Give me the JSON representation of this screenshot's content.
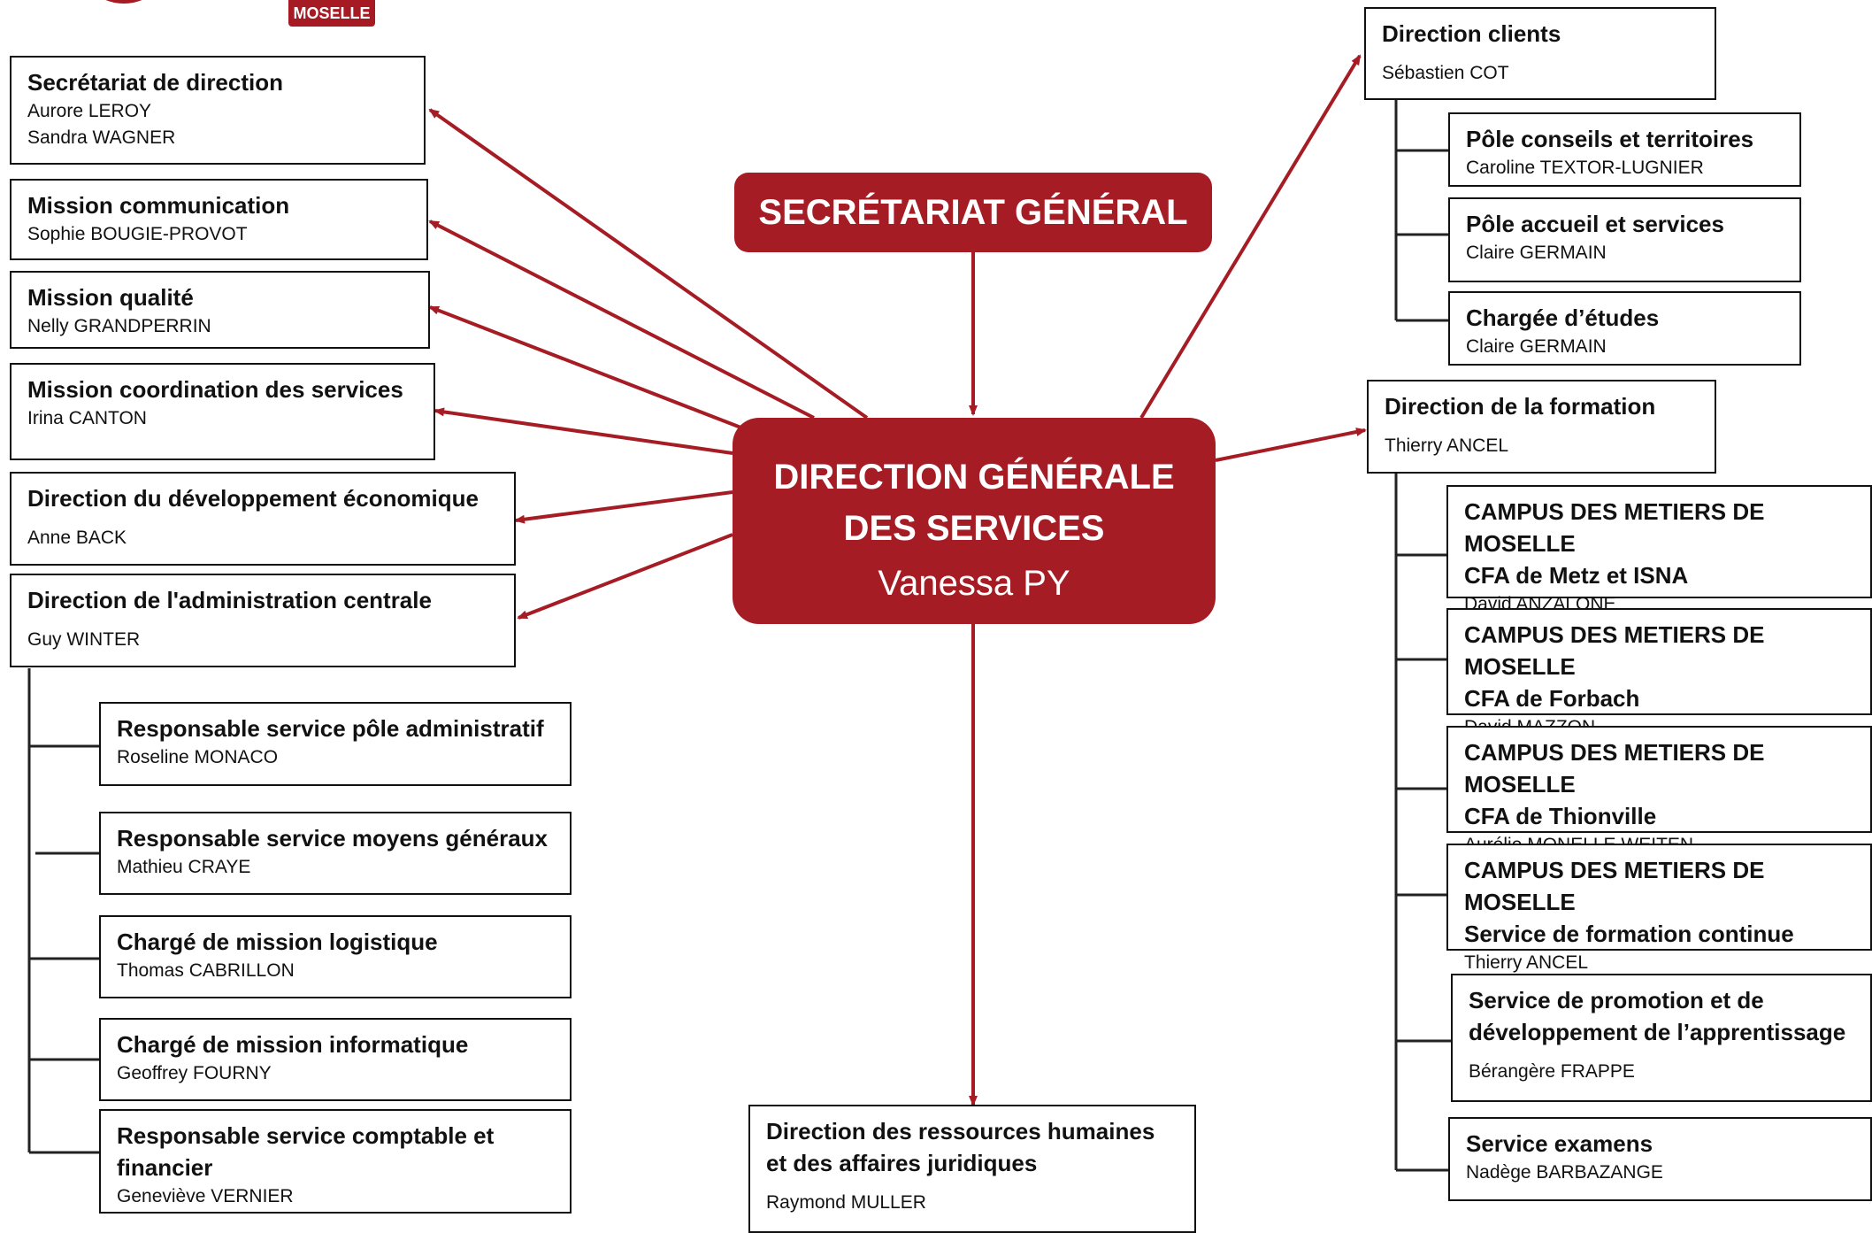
{
  "logo": {
    "tag": "MOSELLE"
  },
  "center": {
    "secretariat": "SECRÉTARIAT GÉNÉRAL",
    "dgs_line1": "DIRECTION GÉNÉRALE",
    "dgs_line2": "DES SERVICES",
    "dgs_name": "Vanessa PY"
  },
  "left_boxes": [
    {
      "title": "Secrétariat de direction",
      "names": [
        "Aurore LEROY",
        "Sandra WAGNER"
      ]
    },
    {
      "title": "Mission communication",
      "names": [
        "Sophie BOUGIE-PROVOT"
      ]
    },
    {
      "title": "Mission qualité",
      "names": [
        "Nelly GRANDPERRIN"
      ]
    },
    {
      "title": "Mission coordination des services",
      "names": [
        "Irina CANTON"
      ]
    },
    {
      "title": "Direction du développement économique",
      "names": [
        "Anne BACK"
      ]
    },
    {
      "title": "Direction de l'administration centrale",
      "names": [
        "Guy WINTER"
      ]
    }
  ],
  "admin_children": [
    {
      "title": "Responsable service pôle administratif",
      "names": [
        "Roseline MONACO"
      ]
    },
    {
      "title": "Responsable service moyens généraux",
      "names": [
        "Mathieu CRAYE"
      ]
    },
    {
      "title": "Chargé de mission logistique",
      "names": [
        "Thomas CABRILLON"
      ]
    },
    {
      "title": "Chargé de mission informatique",
      "names": [
        "Geoffrey FOURNY"
      ]
    },
    {
      "title_lines": [
        "Responsable service comptable et",
        "financier"
      ],
      "names": [
        "Geneviève VERNIER"
      ]
    }
  ],
  "bottom_box": {
    "title_lines": [
      "Direction des ressources humaines",
      "et des affaires juridiques"
    ],
    "names": [
      "Raymond MULLER"
    ]
  },
  "clients": {
    "title": "Direction clients",
    "names": [
      "Sébastien COT"
    ],
    "children": [
      {
        "title": "Pôle conseils et territoires",
        "names": [
          "Caroline TEXTOR-LUGNIER"
        ]
      },
      {
        "title": "Pôle accueil et services",
        "names": [
          "Claire GERMAIN"
        ]
      },
      {
        "title": "Chargée d’études",
        "names": [
          "Claire GERMAIN"
        ]
      }
    ]
  },
  "formation": {
    "title": "Direction de la formation",
    "names": [
      "Thierry ANCEL"
    ],
    "children": [
      {
        "title_lines": [
          "CAMPUS DES METIERS DE MOSELLE",
          "CFA de Metz et ISNA"
        ],
        "names": [
          "David ANZALONE"
        ]
      },
      {
        "title_lines": [
          "CAMPUS DES METIERS DE MOSELLE",
          "CFA de Forbach"
        ],
        "names": [
          "David MAZZON"
        ]
      },
      {
        "title_lines": [
          "CAMPUS DES METIERS DE MOSELLE",
          "CFA de Thionville"
        ],
        "names": [
          "Aurélie MONELLE WEITEN"
        ]
      },
      {
        "title_lines": [
          "CAMPUS DES METIERS DE MOSELLE",
          "Service de formation continue"
        ],
        "names": [
          "Thierry ANCEL"
        ]
      },
      {
        "title_lines": [
          "Service de promotion et de",
          "développement de l’apprentissage"
        ],
        "names": [
          "Bérangère FRAPPE"
        ]
      },
      {
        "title": "Service examens",
        "names": [
          "Nadège BARBAZANGE"
        ]
      }
    ]
  },
  "colors": {
    "accent": "#a61c24",
    "border": "#111111"
  }
}
